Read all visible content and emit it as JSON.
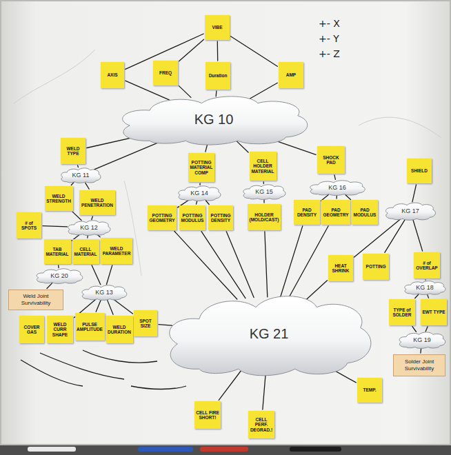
{
  "diagram": {
    "nodes": [
      {
        "text": [
          "VIBE"
        ]
      },
      {
        "text": [
          "AXIS"
        ]
      },
      {
        "text": [
          "FREQ"
        ]
      },
      {
        "text": [
          "Duration"
        ]
      },
      {
        "text": [
          "AMP"
        ]
      },
      {
        "text": [
          "KG 10"
        ]
      },
      {
        "text": [
          "WELD TYPE"
        ]
      },
      {
        "text": [
          "POTTING MATERIAL COMP"
        ]
      },
      {
        "text": [
          "CELL HOLDER MATERIAL"
        ]
      },
      {
        "text": [
          "SHOCK PAD"
        ]
      },
      {
        "text": [
          "SHIELD"
        ]
      },
      {
        "text": [
          "KG 11"
        ]
      },
      {
        "text": [
          "KG 14"
        ]
      },
      {
        "text": [
          "KG 15"
        ]
      },
      {
        "text": [
          "KG 16"
        ]
      },
      {
        "text": [
          "WELD STRENGTH"
        ]
      },
      {
        "text": [
          "WELD PENETRATION"
        ]
      },
      {
        "text": [
          "POTTING GEOMETRY"
        ]
      },
      {
        "text": [
          "POTTING MODULUS"
        ]
      },
      {
        "text": [
          "POTTING DENSITY"
        ]
      },
      {
        "text": [
          "HOLDER (MOLD/CAST)"
        ]
      },
      {
        "text": [
          "PAD DENSITY"
        ]
      },
      {
        "text": [
          "PAD GEOMETRY"
        ]
      },
      {
        "text": [
          "PAD MODULUS"
        ]
      },
      {
        "text": [
          "KG 17"
        ]
      },
      {
        "text": [
          "KG 12"
        ]
      },
      {
        "text": [
          "# of SPOTS"
        ]
      },
      {
        "text": [
          "TAB MATERIAL"
        ]
      },
      {
        "text": [
          "CELL MATERIAL"
        ]
      },
      {
        "text": [
          "WELD PARAMETER"
        ]
      },
      {
        "text": [
          "HEAT SHRINK"
        ]
      },
      {
        "text": [
          "POTTING"
        ]
      },
      {
        "text": [
          "# of OVERLAP"
        ]
      },
      {
        "text": [
          "KG 20"
        ]
      },
      {
        "text": [
          "KG 18"
        ]
      },
      {
        "text": [
          "KG 13"
        ]
      },
      {
        "text": [
          "Weld Joint Survivability"
        ]
      },
      {
        "text": [
          "TYPE of SOLDER"
        ]
      },
      {
        "text": [
          "EWT TYPE"
        ]
      },
      {
        "text": [
          "COVER GAS"
        ]
      },
      {
        "text": [
          "WELD CURR SHAPE"
        ]
      },
      {
        "text": [
          "PULSE AMPLITUDE"
        ]
      },
      {
        "text": [
          "WELD DURATION"
        ]
      },
      {
        "text": [
          "SPOT SIZE"
        ]
      },
      {
        "text": [
          "KG 21"
        ]
      },
      {
        "text": [
          "KG 19"
        ]
      },
      {
        "text": [
          "Solder Joint Survivability"
        ]
      },
      {
        "text": [
          "TEMP."
        ]
      },
      {
        "text": [
          "CELL FIRE SHORT!"
        ]
      },
      {
        "text": [
          "CELL PERF. DEGRAD.!"
        ]
      }
    ],
    "edges": [
      {
        "from": 0,
        "to": 1,
        "arrow": "none"
      },
      {
        "from": 0,
        "to": 2,
        "arrow": "none"
      },
      {
        "from": 0,
        "to": 3,
        "arrow": "none"
      },
      {
        "from": 0,
        "to": 4,
        "arrow": "none"
      },
      {
        "from": 1,
        "to": 5,
        "arrow": "none"
      },
      {
        "from": 2,
        "to": 5,
        "arrow": "none"
      },
      {
        "from": 3,
        "to": 5,
        "arrow": "none"
      },
      {
        "from": 4,
        "to": 5,
        "arrow": "none"
      },
      {
        "from": 5,
        "to": 6,
        "arrow": "none"
      },
      {
        "from": 5,
        "to": 7,
        "arrow": "none"
      },
      {
        "from": 5,
        "to": 8,
        "arrow": "none"
      },
      {
        "from": 5,
        "to": 9,
        "arrow": "none"
      },
      {
        "from": 5,
        "to": 11,
        "arrow": "none"
      },
      {
        "from": 6,
        "to": 11,
        "arrow": "none"
      },
      {
        "from": 11,
        "to": 15,
        "arrow": "none"
      },
      {
        "from": 11,
        "to": 16,
        "arrow": "none"
      },
      {
        "from": 7,
        "to": 12,
        "arrow": "none"
      },
      {
        "from": 12,
        "to": 17,
        "arrow": "none"
      },
      {
        "from": 12,
        "to": 18,
        "arrow": "none"
      },
      {
        "from": 12,
        "to": 19,
        "arrow": "none"
      },
      {
        "from": 8,
        "to": 13,
        "arrow": "none"
      },
      {
        "from": 13,
        "to": 20,
        "arrow": "none"
      },
      {
        "from": 9,
        "to": 14,
        "arrow": "none"
      },
      {
        "from": 14,
        "to": 21,
        "arrow": "none"
      },
      {
        "from": 14,
        "to": 22,
        "arrow": "none"
      },
      {
        "from": 14,
        "to": 23,
        "arrow": "none"
      },
      {
        "from": 10,
        "to": 24,
        "arrow": "none"
      },
      {
        "from": 24,
        "to": 30,
        "arrow": "none"
      },
      {
        "from": 24,
        "to": 31,
        "arrow": "none"
      },
      {
        "from": 24,
        "to": 32,
        "arrow": "none"
      },
      {
        "from": 32,
        "to": 34,
        "arrow": "none"
      },
      {
        "from": 34,
        "to": 37,
        "arrow": "none"
      },
      {
        "from": 34,
        "to": 38,
        "arrow": "none"
      },
      {
        "from": 37,
        "to": 45,
        "arrow": "none"
      },
      {
        "from": 38,
        "to": 45,
        "arrow": "none"
      },
      {
        "from": 45,
        "to": 46,
        "arrow": "none"
      },
      {
        "from": 15,
        "to": 25,
        "arrow": "none"
      },
      {
        "from": 16,
        "to": 25,
        "arrow": "none"
      },
      {
        "from": 25,
        "to": 26,
        "arrow": "none"
      },
      {
        "from": 25,
        "to": 27,
        "arrow": "none"
      },
      {
        "from": 25,
        "to": 28,
        "arrow": "none"
      },
      {
        "from": 25,
        "to": 29,
        "arrow": "none"
      },
      {
        "from": 27,
        "to": 33,
        "arrow": "none"
      },
      {
        "from": 33,
        "to": 36,
        "arrow": "none"
      },
      {
        "from": 28,
        "to": 35,
        "arrow": "none"
      },
      {
        "from": 29,
        "to": 35,
        "arrow": "none"
      },
      {
        "from": 35,
        "to": 40,
        "arrow": "none"
      },
      {
        "from": 35,
        "to": 41,
        "arrow": "none"
      },
      {
        "from": 35,
        "to": 42,
        "arrow": "none"
      },
      {
        "from": 35,
        "to": 43,
        "arrow": "none"
      },
      {
        "from": 17,
        "to": 44,
        "arrow": "none"
      },
      {
        "from": 18,
        "to": 44,
        "arrow": "none"
      },
      {
        "from": 19,
        "to": 44,
        "arrow": "none"
      },
      {
        "from": 20,
        "to": 44,
        "arrow": "none"
      },
      {
        "from": 21,
        "to": 44,
        "arrow": "none"
      },
      {
        "from": 22,
        "to": 44,
        "arrow": "none"
      },
      {
        "from": 30,
        "to": 44,
        "arrow": "none"
      },
      {
        "from": 43,
        "to": 44,
        "arrow": "none"
      },
      {
        "from": 44,
        "to": 47,
        "arrow": "none"
      },
      {
        "from": 44,
        "to": 48,
        "arrow": "none"
      },
      {
        "from": 44,
        "to": 49,
        "arrow": "none"
      }
    ],
    "labels": [
      "+- X",
      "+- Y",
      "+- Z"
    ]
  }
}
